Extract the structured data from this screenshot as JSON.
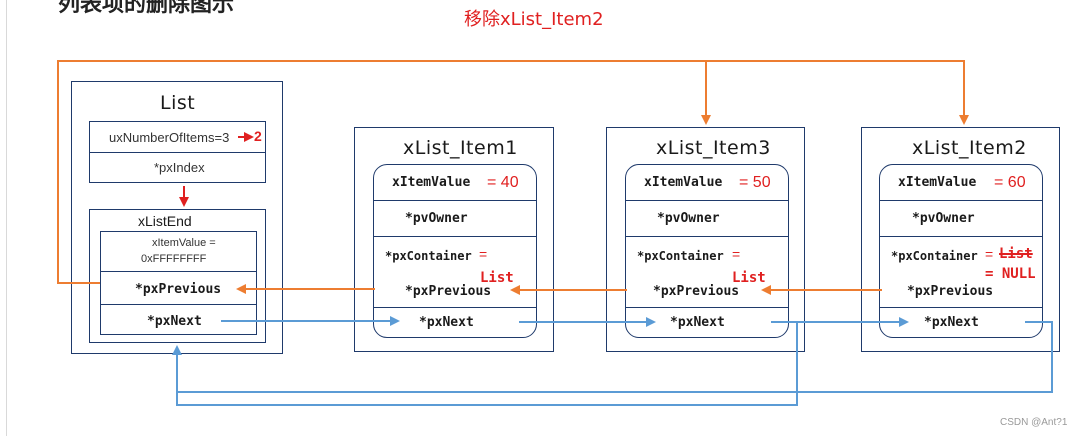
{
  "heading_partial": "列表项的删除图示",
  "caption": "移除xList_Item2",
  "list": {
    "title": "List",
    "ux_number": "uxNumberOfItems=3",
    "ux_number_new": "2",
    "px_index": "*pxIndex",
    "list_end": {
      "title": "xListEnd",
      "item_value": "xItemValue =",
      "item_value_2": "0xFFFFFFFF",
      "px_previous": "*pxPrevious",
      "px_next": "*pxNext"
    }
  },
  "items": [
    {
      "title": "xList_Item1",
      "item_value_label": "xItemValue",
      "item_value": "= 40",
      "pv_owner": "*pvOwner",
      "px_container": "*pxContainer",
      "container_eq": "=",
      "container_value": "List",
      "px_previous": "*pxPrevious",
      "px_next": "*pxNext"
    },
    {
      "title": "xList_Item3",
      "item_value_label": "xItemValue",
      "item_value": "= 50",
      "pv_owner": "*pvOwner",
      "px_container": "*pxContainer",
      "container_eq": "=",
      "container_value": "List",
      "px_previous": "*pxPrevious",
      "px_next": "*pxNext"
    },
    {
      "title": "xList_Item2",
      "item_value_label": "xItemValue",
      "item_value": "= 60",
      "pv_owner": "*pvOwner",
      "px_container": "*pxContainer",
      "container_eq": "=",
      "container_value_old": "List",
      "container_value_new": "= NULL",
      "px_previous": "*pxPrevious",
      "px_next": "*pxNext"
    }
  ],
  "watermark": "CSDN @Ant?1",
  "colors": {
    "box_border": "#1f3a6b",
    "previous_arrow": "#ed7d31",
    "next_arrow": "#5b9bd5",
    "highlight": "#e02020"
  }
}
